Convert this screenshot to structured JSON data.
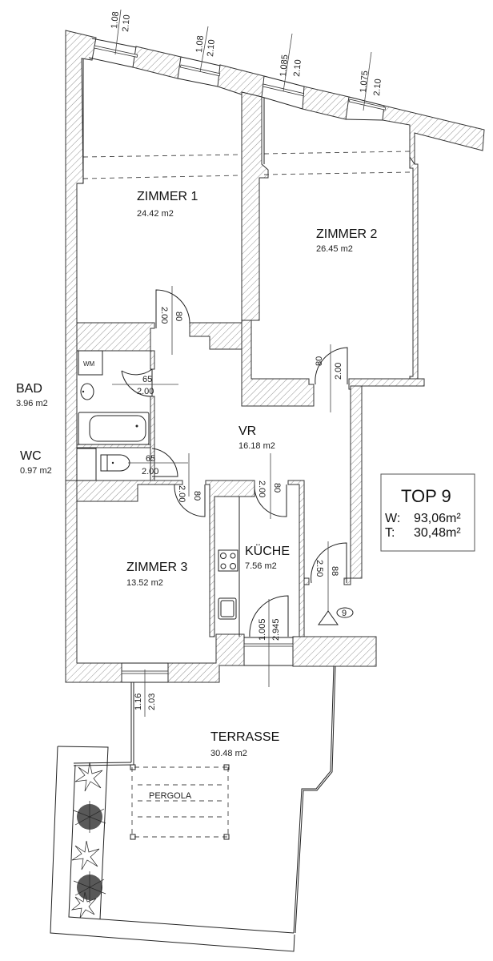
{
  "plan": {
    "unit": {
      "title": "TOP 9",
      "rows": [
        {
          "label": "W:",
          "value": "93,06m²"
        },
        {
          "label": "T:",
          "value": "30,48m²"
        }
      ]
    },
    "rooms": {
      "zimmer1": {
        "name": "ZIMMER 1",
        "area": "24.42 m2"
      },
      "zimmer2": {
        "name": "ZIMMER 2",
        "area": "26.45 m2"
      },
      "bad": {
        "name": "BAD",
        "area": "3.96 m2"
      },
      "wc": {
        "name": "WC",
        "area": "0.97 m2"
      },
      "vr": {
        "name": "VR",
        "area": "16.18 m2"
      },
      "zimmer3": {
        "name": "ZIMMER 3",
        "area": "13.52 m2"
      },
      "kueche": {
        "name": "KÜCHE",
        "area": "7.56 m2"
      },
      "terrasse": {
        "name": "TERRASSE",
        "area": "30.48 m2"
      },
      "pergola": {
        "name": "PERGOLA"
      }
    },
    "windows": [
      {
        "width": "1.08",
        "height": "2.10"
      },
      {
        "width": "1.08",
        "height": "2.10"
      },
      {
        "width": "1.085",
        "height": "2.10"
      },
      {
        "width": "1.075",
        "height": "2.10"
      }
    ],
    "doors": {
      "zimmer1": {
        "width": "80",
        "height": "2.00"
      },
      "zimmer2": {
        "width": "80",
        "height": "2.00"
      },
      "bad": {
        "width": "65",
        "height": "2.00"
      },
      "wc": {
        "width": "65",
        "height": "2.00"
      },
      "zimmer3": {
        "width": "80",
        "height": "2.00"
      },
      "kueche": {
        "width": "80",
        "height": "2.00"
      },
      "entrance": {
        "width": "88",
        "height": "2.50"
      },
      "kueche_terrace": {
        "width": "1.005",
        "height": "2.945"
      },
      "zimmer3_terrace": {
        "width": "1.16",
        "height": "2.03"
      }
    },
    "fixtures": {
      "washing_machine": "WM"
    },
    "entrance_marker": "9"
  }
}
